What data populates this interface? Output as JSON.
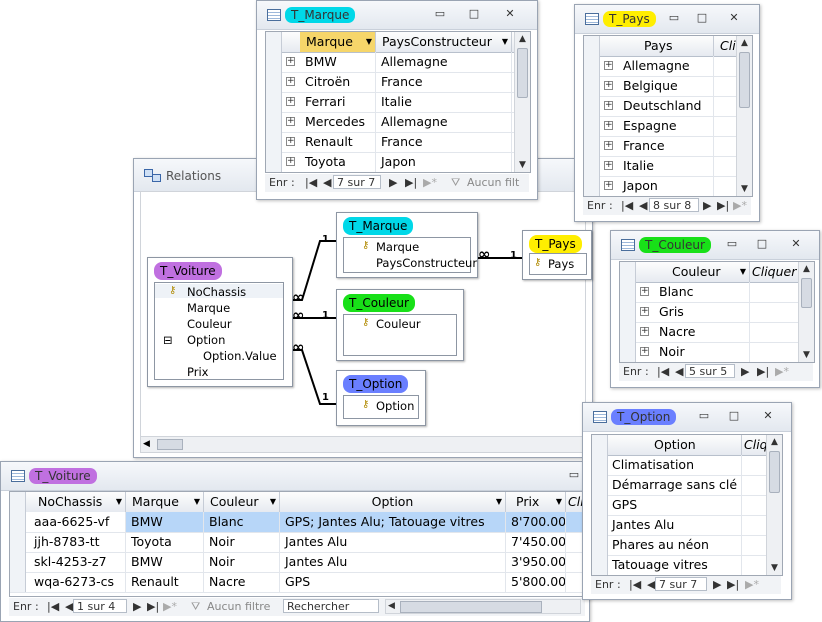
{
  "colors": {
    "cyan": "#00d8e8",
    "yellow": "#ffee00",
    "green": "#18e018",
    "purple": "#c070e0",
    "blue": "#6a7fff",
    "selectRow": "#b7d6f8",
    "selectCell": "#f6d66a"
  },
  "relations": {
    "title": "Relations",
    "tables": {
      "voiture": {
        "title": "T_Voiture",
        "fields": [
          "NoChassis",
          "Marque",
          "Couleur",
          "Option",
          "Option.Value",
          "Prix"
        ],
        "expander": "⊟"
      },
      "marque": {
        "title": "T_Marque",
        "fields": [
          "Marque",
          "PaysConstructeur"
        ]
      },
      "pays": {
        "title": "T_Pays",
        "fields": [
          "Pays"
        ]
      },
      "couleur": {
        "title": "T_Couleur",
        "fields": [
          "Couleur"
        ]
      },
      "option": {
        "title": "T_Option",
        "fields": [
          "Option"
        ]
      }
    },
    "labels": {
      "one": "1",
      "many": "∞"
    }
  },
  "marque": {
    "title": "T_Marque",
    "headers": [
      "Marque",
      "PaysConstructeur"
    ],
    "rows": [
      [
        "BMW",
        "Allemagne"
      ],
      [
        "Citroën",
        "France"
      ],
      [
        "Ferrari",
        "Italie"
      ],
      [
        "Mercedes",
        "Allemagne"
      ],
      [
        "Renault",
        "France"
      ],
      [
        "Toyota",
        "Japon"
      ]
    ],
    "nav": {
      "label": "Enr :",
      "record": "7 sur 7",
      "filter": "Aucun filt"
    }
  },
  "pays": {
    "title": "T_Pays",
    "headers": [
      "Pays",
      "Cliq"
    ],
    "rows": [
      "Allemagne",
      "Belgique",
      "Deutschland",
      "Espagne",
      "France",
      "Italie",
      "Japon"
    ],
    "nav": {
      "label": "Enr :",
      "record": "8 sur 8"
    }
  },
  "couleur": {
    "title": "T_Couleur",
    "headers": [
      "Couleur",
      "Cliquer"
    ],
    "rows": [
      "Blanc",
      "Gris",
      "Nacre",
      "Noir"
    ],
    "nav": {
      "label": "Enr :",
      "record": "5 sur 5"
    }
  },
  "option": {
    "title": "T_Option",
    "headers": [
      "Option",
      "Cliq"
    ],
    "rows": [
      "Climatisation",
      "Démarrage sans clé",
      "GPS",
      "Jantes Alu",
      "Phares au néon",
      "Tatouage vitres"
    ],
    "nav": {
      "label": "Enr :",
      "record": "7 sur 7"
    }
  },
  "voiture": {
    "title": "T_Voiture",
    "headers": [
      "NoChassis",
      "Marque",
      "Couleur",
      "Option",
      "Prix",
      "Cli"
    ],
    "rows": [
      [
        "aaa-6625-vf",
        "BMW",
        "Blanc",
        "GPS; Jantes Alu; Tatouage vitres",
        "8'700.00"
      ],
      [
        "jjh-8783-tt",
        "Toyota",
        "Noir",
        "Jantes Alu",
        "7'450.00"
      ],
      [
        "skl-4253-z7",
        "BMW",
        "Noir",
        "Jantes Alu",
        "3'950.00"
      ],
      [
        "wqa-6273-cs",
        "Renault",
        "Nacre",
        "GPS",
        "5'800.00"
      ]
    ],
    "nav": {
      "label": "Enr :",
      "record": "1 sur 4",
      "filter": "Aucun filtre",
      "search": "Rechercher"
    }
  },
  "controls": {
    "minimize": "▭",
    "maximize": "□",
    "close": "✕"
  }
}
